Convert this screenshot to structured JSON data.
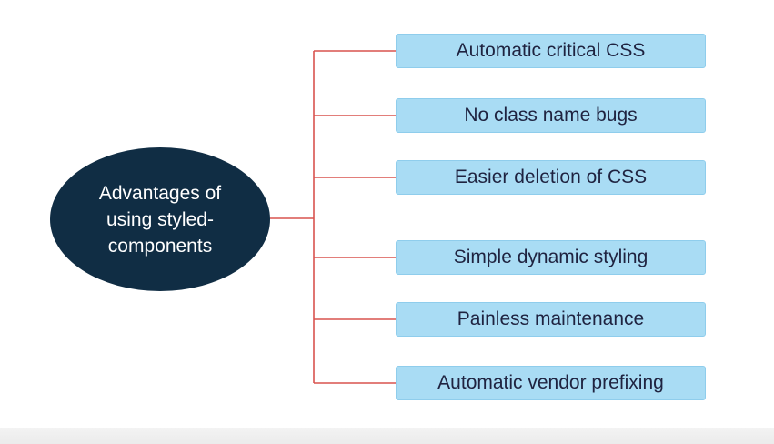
{
  "diagram": {
    "central_node": {
      "label": "Advantages of\nusing styled-\ncomponents",
      "color": "#102d44"
    },
    "branches": [
      {
        "label": "Automatic critical CSS"
      },
      {
        "label": "No class name bugs"
      },
      {
        "label": "Easier deletion of CSS"
      },
      {
        "label": "Simple dynamic styling"
      },
      {
        "label": "Painless maintenance"
      },
      {
        "label": "Automatic vendor prefixing"
      }
    ],
    "box_color": "#a9dcf4",
    "connector_color": "#d9534f"
  }
}
